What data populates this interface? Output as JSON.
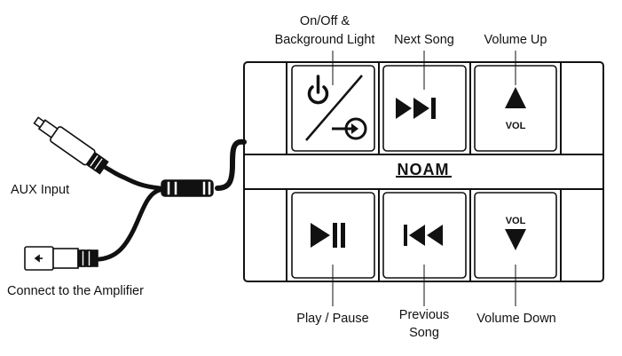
{
  "labels": {
    "on_off": "On/Off &",
    "background_light": "Background Light",
    "next_song": "Next Song",
    "volume_up": "Volume Up",
    "aux_input": "AUX Input",
    "connect_amplifier": "Connect to the Amplifier",
    "play_pause": "Play / Pause",
    "previous": "Previous",
    "song": "Song",
    "volume_down": "Volume Down"
  },
  "panel": {
    "logo": "NOAM",
    "vol_up_text": "VOL",
    "vol_down_text": "VOL"
  },
  "colors": {
    "line": "#111111",
    "background": "#ffffff"
  }
}
